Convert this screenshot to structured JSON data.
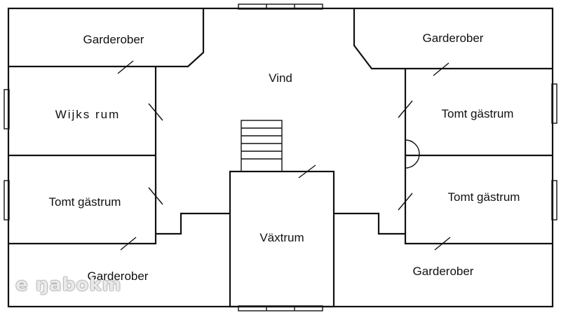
{
  "rooms": {
    "garderober_top_left": "Garderober",
    "garderober_top_right": "Garderober",
    "vind": "Vind",
    "wijks_rum": "Wijks rum",
    "tomt_gastrum_right_upper": "Tomt gästrum",
    "tomt_gastrum_left": "Tomt gästrum",
    "tomt_gastrum_right_lower": "Tomt gästrum",
    "vaxtrum": "Växtrum",
    "garderober_bottom_left": "Garderober",
    "garderober_bottom_right": "Garderober"
  },
  "watermark": "e ŋabokm",
  "colors": {
    "line": "#111111",
    "background": "#ffffff"
  }
}
